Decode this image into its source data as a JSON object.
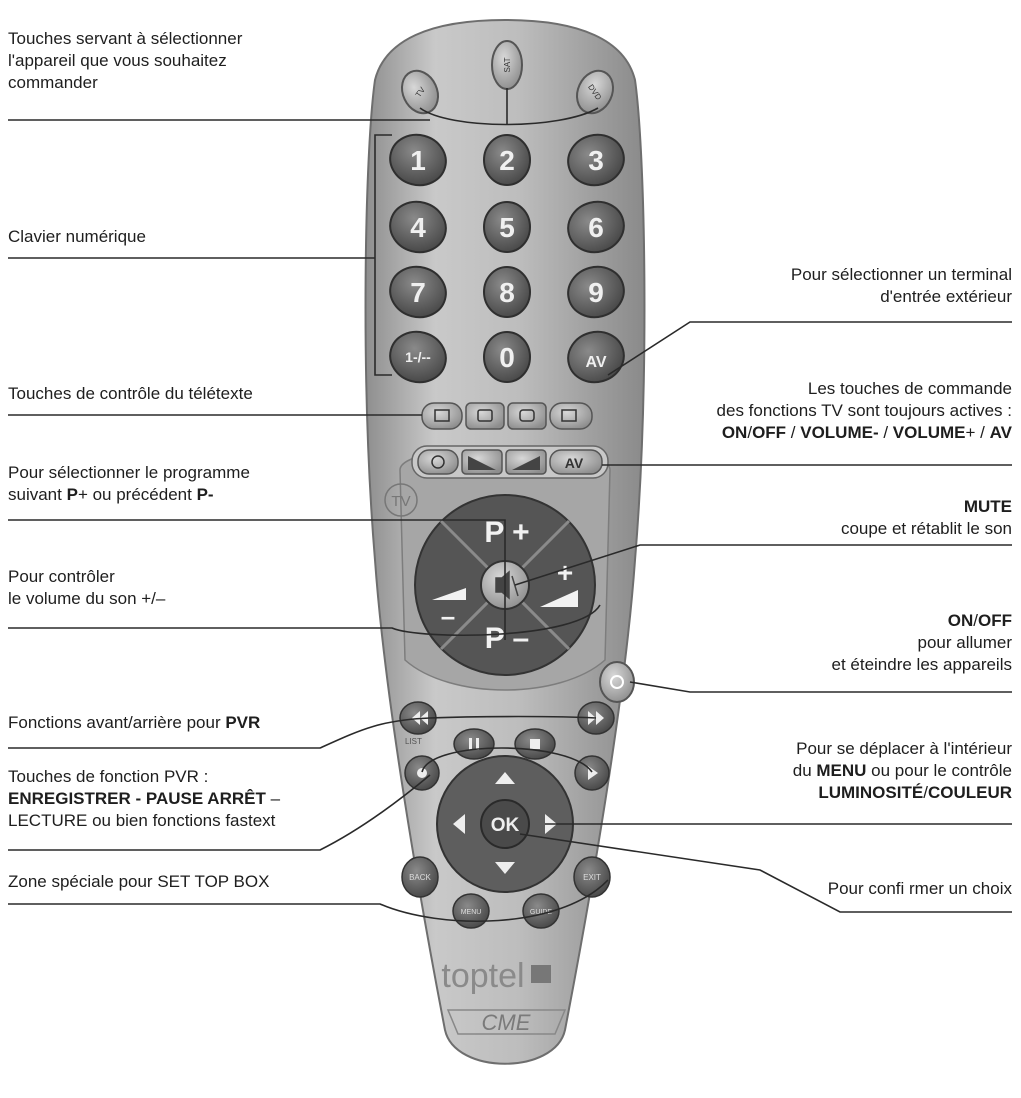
{
  "labels": {
    "device_select": {
      "l1": "Touches servant à sélectionner",
      "l2": "l'appareil que vous souhaitez",
      "l3": "commander"
    },
    "numpad": "Clavier numérique",
    "teletext": "Touches de contrôle du télétexte",
    "program": {
      "l1": "Pour sélectionner le programme",
      "l2a": "suivant ",
      "l2b": "P",
      "l2c": "+ ou précédent ",
      "l2d": "P-"
    },
    "volume": {
      "l1": "Pour contrôler",
      "l2": "le volume du son +/–"
    },
    "ffrew": {
      "a": "Fonctions avant/arrière pour ",
      "b": "PVR"
    },
    "pvr": {
      "l1": "Touches de fonction PVR :",
      "l2a": "ENREGISTRER - PAUSE ARRÊT",
      "l2b": " –",
      "l3": "LECTURE ou bien fonctions fastext"
    },
    "stb": "Zone spéciale pour SET TOP BOX",
    "av_input": {
      "l1": "Pour sélectionner un terminal",
      "l2": "d'entrée extérieur"
    },
    "tv_always": {
      "l1": "Les touches de commande",
      "l2": "des fonctions TV sont toujours actives :",
      "l3a": "ON",
      "l3b": "/",
      "l3c": "OFF",
      "l3d": " / ",
      "l3e": "VOLUME-",
      "l3f": " / ",
      "l3g": "VOLUME",
      "l3h": "+ / ",
      "l3i": "AV"
    },
    "mute": {
      "l1": "MUTE",
      "l2": "coupe et rétablit le son"
    },
    "onoff": {
      "l1a": "ON",
      "l1b": "/",
      "l1c": "OFF",
      "l2": "pour allumer",
      "l3": "et éteindre les appareils"
    },
    "menu_nav": {
      "l1": "Pour se déplacer à l'intérieur",
      "l2a": "du ",
      "l2b": "MENU",
      "l2c": " ou pour le contrôle",
      "l3a": "LUMINOSITÉ",
      "l3b": "/",
      "l3c": "COULEUR"
    },
    "confirm": "Pour confi rmer un choix"
  },
  "remote": {
    "device_keys": [
      "TV",
      "SAT",
      "DVD"
    ],
    "digits": [
      "1",
      "2",
      "3",
      "4",
      "5",
      "6",
      "7",
      "8",
      "9",
      "1-/--",
      "0",
      "AV"
    ],
    "tv_row_av": "AV",
    "tv_badge": "TV",
    "p_plus": "P +",
    "p_minus": "P –",
    "vol_plus": "+",
    "vol_minus": "–",
    "ok": "OK",
    "back": "BACK",
    "exit": "EXIT",
    "menu": "MENU",
    "guide": "GUIDE",
    "list": "LIST",
    "brand": "toptel",
    "brand2": "CME"
  },
  "colors": {
    "body": "#b9b9b9",
    "key": "#5d5d5d",
    "line": "#2a2a2a"
  }
}
